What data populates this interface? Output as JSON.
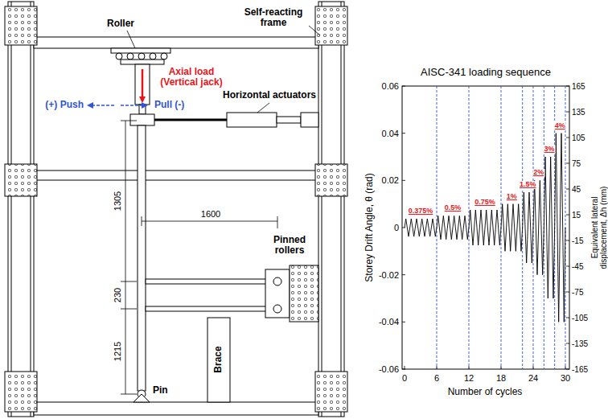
{
  "diagram": {
    "title": "AISC-341 loading sequence",
    "labels": [
      "Roller",
      "Self-reacting frame",
      "Axial load (Vertical jack)",
      "(+) Push",
      "Pull (-)",
      "Horizontal actuators",
      "1305",
      "230",
      "1215",
      "1600",
      "Pinned rollers",
      "Brace",
      "Pin",
      "Storey Drift Angle, θ (rad)",
      "0.06",
      "0.04",
      "0.02",
      "0",
      "-0.02",
      "-0.04",
      "-0.06",
      "0",
      "6",
      "12",
      "18",
      "24",
      "30",
      "Number of cycles",
      "Equivalent lateral displacement, Δh (mm)",
      "165",
      "135",
      "105",
      "75",
      "45",
      "15",
      "-15",
      "-45",
      "-75",
      "-105",
      "-135",
      "-165",
      "0.375%",
      "0.5%",
      "0.75%",
      "1%",
      "1.5%",
      "2%",
      "3%",
      "4%"
    ]
  }
}
